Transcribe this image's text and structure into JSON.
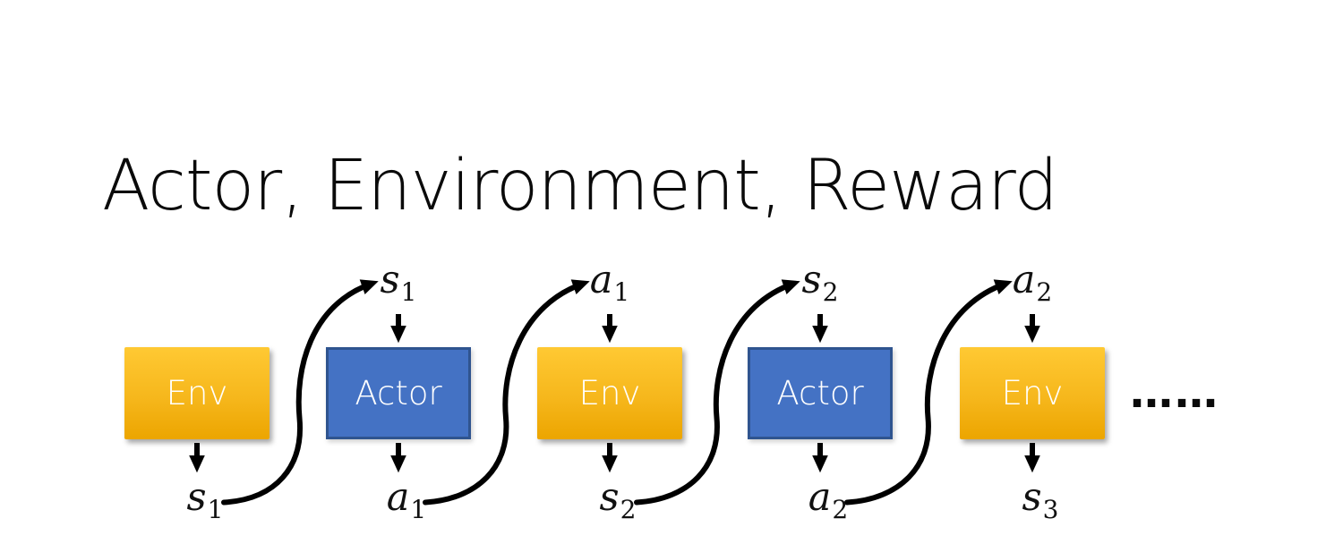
{
  "slide": {
    "title": "Actor, Environment, Reward",
    "ellipsis": "……"
  },
  "colors": {
    "background": "#FFFFFF",
    "title_text": "#0A0A0A",
    "env_gradient_top": "#FFC933",
    "env_gradient_bottom": "#ECA500",
    "actor_fill": "#4472C4",
    "actor_border": "#2F548F",
    "box_text": "#FFFFFF",
    "arrow": "#000000",
    "math_label_text": "#111111"
  },
  "diagram": {
    "boxes": [
      {
        "label": "Env",
        "type": "env"
      },
      {
        "label": "Actor",
        "type": "actor"
      },
      {
        "label": "Env",
        "type": "env"
      },
      {
        "label": "Actor",
        "type": "actor"
      },
      {
        "label": "Env",
        "type": "env"
      }
    ],
    "top_labels": [
      {
        "base": "s",
        "sub": "1"
      },
      {
        "base": "a",
        "sub": "1"
      },
      {
        "base": "s",
        "sub": "2"
      },
      {
        "base": "a",
        "sub": "2"
      }
    ],
    "bottom_labels": [
      {
        "base": "s",
        "sub": "1"
      },
      {
        "base": "a",
        "sub": "1"
      },
      {
        "base": "s",
        "sub": "2"
      },
      {
        "base": "a",
        "sub": "2"
      },
      {
        "base": "s",
        "sub": "3"
      }
    ]
  }
}
